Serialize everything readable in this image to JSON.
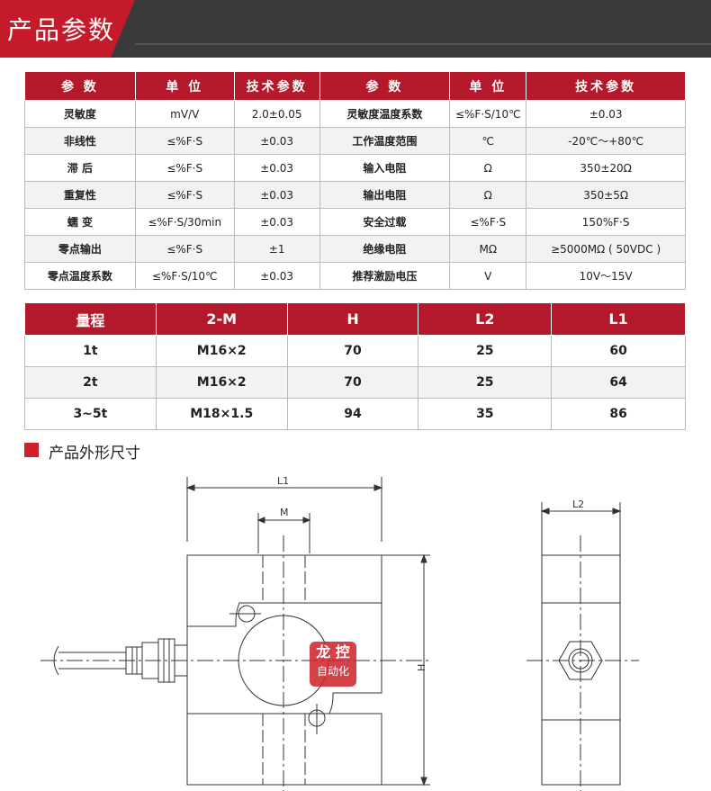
{
  "header": {
    "title": "产品参数"
  },
  "spec_table": {
    "headers": [
      "参 数",
      "单 位",
      "技术参数",
      "参 数",
      "单 位",
      "技术参数"
    ],
    "rows": [
      [
        "灵敏度",
        "mV/V",
        "2.0±0.05",
        "灵敏度温度系数",
        "≤%F·S/10℃",
        "±0.03"
      ],
      [
        "非线性",
        "≤%F·S",
        "±0.03",
        "工作温度范围",
        "℃",
        "-20℃～+80℃"
      ],
      [
        "滞 后",
        "≤%F·S",
        "±0.03",
        "输入电阻",
        "Ω",
        "350±20Ω"
      ],
      [
        "重复性",
        "≤%F·S",
        "±0.03",
        "输出电阻",
        "Ω",
        "350±5Ω"
      ],
      [
        "蠕 变",
        "≤%F·S/30min",
        "±0.03",
        "安全过载",
        "≤%F·S",
        "150%F·S"
      ],
      [
        "零点输出",
        "≤%F·S",
        "±1",
        "绝缘电阻",
        "MΩ",
        "≥5000MΩ ( 50VDC )"
      ],
      [
        "零点温度系数",
        "≤%F·S/10℃",
        "±0.03",
        "推荐激励电压",
        "V",
        "10V～15V"
      ]
    ]
  },
  "range_table": {
    "headers": [
      "量程",
      "2-M",
      "H",
      "L2",
      "L1"
    ],
    "rows": [
      [
        "1t",
        "M16×2",
        "70",
        "25",
        "60"
      ],
      [
        "2t",
        "M16×2",
        "70",
        "25",
        "64"
      ],
      [
        "3~5t",
        "M18×1.5",
        "94",
        "35",
        "86"
      ]
    ]
  },
  "section": {
    "title": "产品外形尺寸"
  },
  "drawing": {
    "label_l1": "L1",
    "label_m": "M",
    "label_h": "H",
    "label_l2": "L2"
  },
  "watermark": {
    "line1": "龙 控",
    "line2": "自动化"
  },
  "colors": {
    "brand_red": "#b4182b",
    "banner_dark": "#3a3a3a"
  }
}
